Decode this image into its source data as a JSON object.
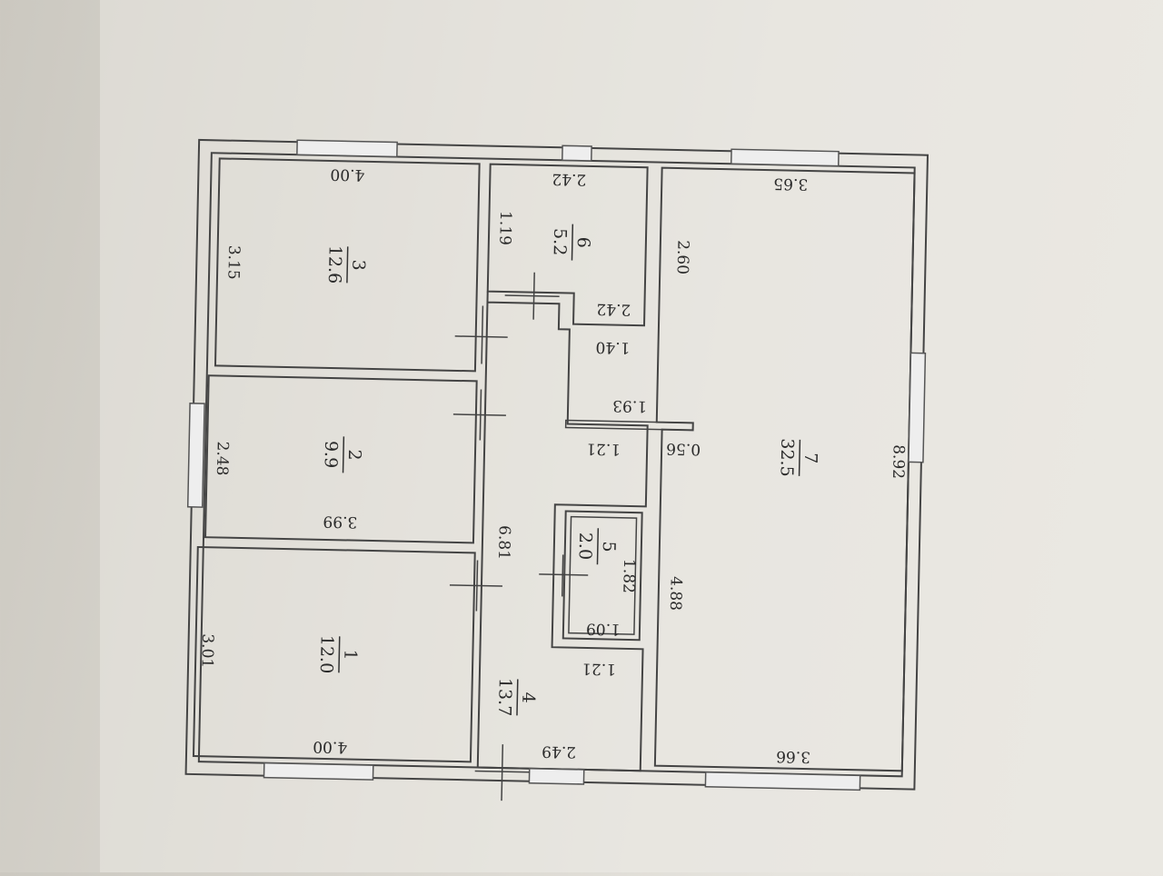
{
  "rooms": [
    {
      "id": "1",
      "number": "1",
      "area": "12.0"
    },
    {
      "id": "2",
      "number": "2",
      "area": "9.9"
    },
    {
      "id": "3",
      "number": "3",
      "area": "12.6"
    },
    {
      "id": "4",
      "number": "4",
      "area": "13.7"
    },
    {
      "id": "5",
      "number": "5",
      "area": "2.0"
    },
    {
      "id": "6",
      "number": "6",
      "area": "5.2"
    },
    {
      "id": "7",
      "number": "7",
      "area": "32.5"
    }
  ],
  "dimensions": {
    "r1_width": "4.00",
    "r1_depth": "3.01",
    "r2_width": "3.99",
    "r2_depth": "2.48",
    "r3_width": "4.00",
    "r3_depth": "3.15",
    "r4_length": "6.81",
    "r4_bottom": "2.49",
    "r4_step": "1.21",
    "r5_length": "1.82",
    "r5_width": "1.09",
    "r5_top": "1.21",
    "r6_width_top": "2.42",
    "r6_width_bottom": "2.42",
    "r6_depth": "1.19",
    "hall_top": "1.40",
    "hall_mid": "1.93",
    "gap": "0.56",
    "r7_width_top": "3.65",
    "r7_width_bottom": "3.66",
    "r7_depth": "8.92",
    "r7_left_upper": "2.60",
    "r7_left_lower": "4.88"
  }
}
